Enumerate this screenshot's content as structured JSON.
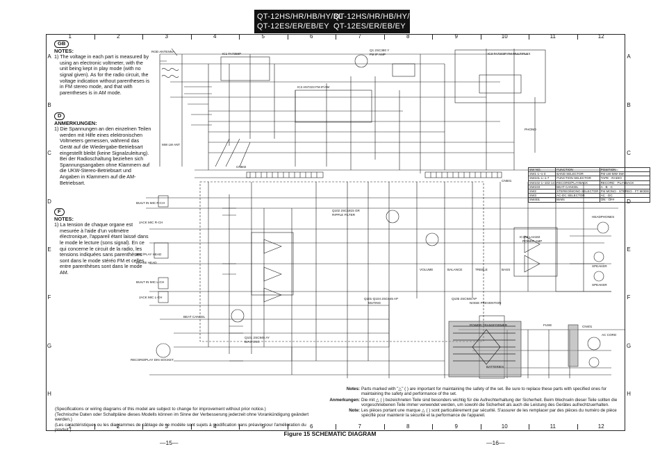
{
  "title": {
    "line1_left": "QT-12HS/HR/HB/HY/BL",
    "line2_left": "QT-12ES/ER/EB/EY",
    "line1_right": "QT-12HS/HR/HB/HY/BL",
    "line2_right": "QT-12ES/ER/EB/EY"
  },
  "grid": {
    "columns": [
      "1",
      "2",
      "3",
      "4",
      "5",
      "6",
      "7",
      "8",
      "9",
      "10",
      "11",
      "12"
    ],
    "rows": [
      "A",
      "B",
      "C",
      "D",
      "E",
      "F",
      "G",
      "H"
    ]
  },
  "notes": {
    "gb": {
      "flag": "GB",
      "heading": "NOTES:",
      "text": "1) The voltage in each part is measured by using an electronic voltmeter, with the unit being kept in play mode (with no signal given). As for the radio circuit, the voltage indication without parentheses is in FM stereo mode, and that with parentheses is in AM mode."
    },
    "d": {
      "flag": "D",
      "heading": "ANMERKUNGEN:",
      "text": "1) Die Spannungen an den einzelnen Teilen werden mit Hilfe eines elektronischen Voltmeters gemessen, während das Gerät auf die Wiedergabe-Betriebsart eingestellt bleibt (keine Signalzuleitung). Bei der Radioschaltung beziehen sich Spannungsangaben ohne Klammern auf die UKW-Stereo-Betriebsart und Angaben in Klammern auf die AM-Betriebsart."
    },
    "f": {
      "flag": "F",
      "heading": "NOTES:",
      "text": "1) La tension de chaque organe est mesurée à l'aide d'un voltmètre électronique, l'appareil étant laissé dans le mode le lecture (sons signal). En ce qui concerne le circuit de la radio, les tensions indiquées sans parenthèses sont dans le mode stéréo FM et celles entre parenthèses sont dans le mode AM."
    }
  },
  "schematic_labels": {
    "rod_antenna": "ROD ANTENNA",
    "ic1": "IC1 TA7358P",
    "q1": "Q1 2SC380 Y",
    "q1_note": "FM IF AMP",
    "ic2": "IC2 AN7223  FM IF/AM",
    "ic3": "IC3 TA7343P  FM MULTIPLEX",
    "q102": "Q102 2SC1815 GR",
    "q102_note": "RIPPLE FILTER",
    "q101": "Q101 2SC945 AY",
    "q101_note": "BIAS OSC",
    "q101_104": "Q101-Q104 2SC945 AP",
    "muting": "MUTING",
    "q105": "Q105 2SC945 AP",
    "noise_prevention": "NOISE PREVENTION",
    "ic103": "IC103 LA4182",
    "ic103_note": "POWER AMP",
    "cn502": "CN502",
    "cn501": "CN501",
    "cn401": "CN401",
    "built_in_mic_r": "BUILT IN MIC R-CH",
    "jack_mic_r": "JACK MIC R-CH",
    "recplay_head": "REC/PLAY HEAD",
    "erase_head": "ERASE HEAD",
    "built_in_mic_l": "BUILT IN MIC L-CH",
    "jack_mic_l": "JACK MIC L-CH",
    "beat_cancel": "BEAT CANCEL",
    "din_socket": "RECORD/PLAY DIN SOCKET",
    "headphones": "HEADPHONES",
    "speaker_r": "SPEAKER",
    "speaker_l": "SPEAKER",
    "power_trans": "POWER TRANSFORMER",
    "ac_cord": "AC CORD",
    "fuse": "FUSE",
    "batteries": "BATTERIES",
    "mw_lw": "MW LW ANT",
    "phono": "PHONO",
    "volume": "VOLUME",
    "balance": "BALANCE",
    "treble": "TREBLE",
    "bass": "BASS"
  },
  "function_table": {
    "headers": [
      "SW NO.",
      "FUNCTION",
      "POSITION"
    ],
    "rows": [
      [
        "SW1-1~1-3",
        "BAND SELECTOR",
        "FM·LW·MW·SW"
      ],
      [
        "SW101-1~1-7",
        "FUNCTION SELECTOR",
        "TAPE · RADIO"
      ],
      [
        "SW102-1~102-14",
        "RECORD/PLAYBACK",
        "RECORD · PLAYBACK"
      ],
      [
        "SW103",
        "BEAT CANCEL",
        "A · B · C"
      ],
      [
        "SW2",
        "STEREO/MONO SELECTOR",
        "FM MONO · STEREO · FT MODE"
      ],
      [
        "SW3",
        "AC-DC SELECTOR",
        "AC · DC"
      ],
      [
        "SW401",
        "MAIN",
        "ON · OFF"
      ]
    ]
  },
  "safety_notes": {
    "en_label": "Notes:",
    "en_text": "Parts marked with \"△\" (  ) are important for maintaining the safety of the set. Be sure to replace these parts with specified ones for maintaining the safety and performance of the set.",
    "de_label": "Anmerkungen:",
    "de_text": "Die mit △ (  ) bezeichneten Teile sind besonders wichtig für die Aufrechterhaltung der Sicherheit. Beim Wechseln dieser Teile sollten die vorgeschriebenen Teile immer verwendet werden, um sowohl die Sicherheit als auch die Leistung des Gerätes aufrechtzuerhalten.",
    "fr_label": "Note:",
    "fr_text": "Les pièces portant une marque △ (  ) sont particulièrement par sécurité. S'assurer de les remplacer par des pièces du numéro de pièce spécifié pour maintenir la sécurité et la performance de l'appareil."
  },
  "spec_note": {
    "en": "(Specifications or wiring diagrams of this model are subject to change for improvement without prior notice.)",
    "de": "(Technische Daten oder Schaltpläne dieses Modells können im Sinne der Verbesserung jederzeit ohne Vorankündigung geändert werden.)",
    "fr": "(Les caractéristiques ou les diagrammes de câblage de ce modèle sont sujets à modification sans préavis pour l'amélioration du produit.)"
  },
  "caption": "Figure 15 SCHEMATIC DIAGRAM",
  "page_left": "—15—",
  "page_right": "—16—"
}
